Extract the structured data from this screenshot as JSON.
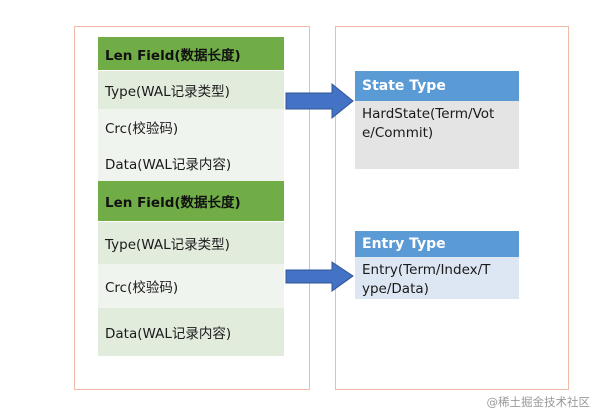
{
  "left_panel": {
    "groups": [
      {
        "header": "Len Field(数据长度)",
        "rows": [
          "Type(WAL记录类型)",
          "Crc(校验码)",
          "Data(WAL记录内容)"
        ]
      },
      {
        "header": "Len Field(数据长度)",
        "rows": [
          "Type(WAL记录类型)",
          "Crc(校验码)",
          "Data(WAL记录内容)"
        ]
      }
    ]
  },
  "right_panel": {
    "state_box": {
      "title": "State Type",
      "body_lines": [
        "HardState(Term/Vot",
        "e/Commit)"
      ]
    },
    "entry_box": {
      "title": "Entry Type",
      "body_lines": [
        "Entry(Term/Index/T",
        "ype/Data)"
      ]
    }
  },
  "colors": {
    "header_green": "#70ad47",
    "row_green_dark": "#e2ecdc",
    "row_green_light": "#f0f4ee",
    "box_blue": "#5b9bd5",
    "arrow_blue": "#4472c4",
    "frame_border": "#f2b8a8"
  },
  "watermark": "@稀土掘金技术社区"
}
